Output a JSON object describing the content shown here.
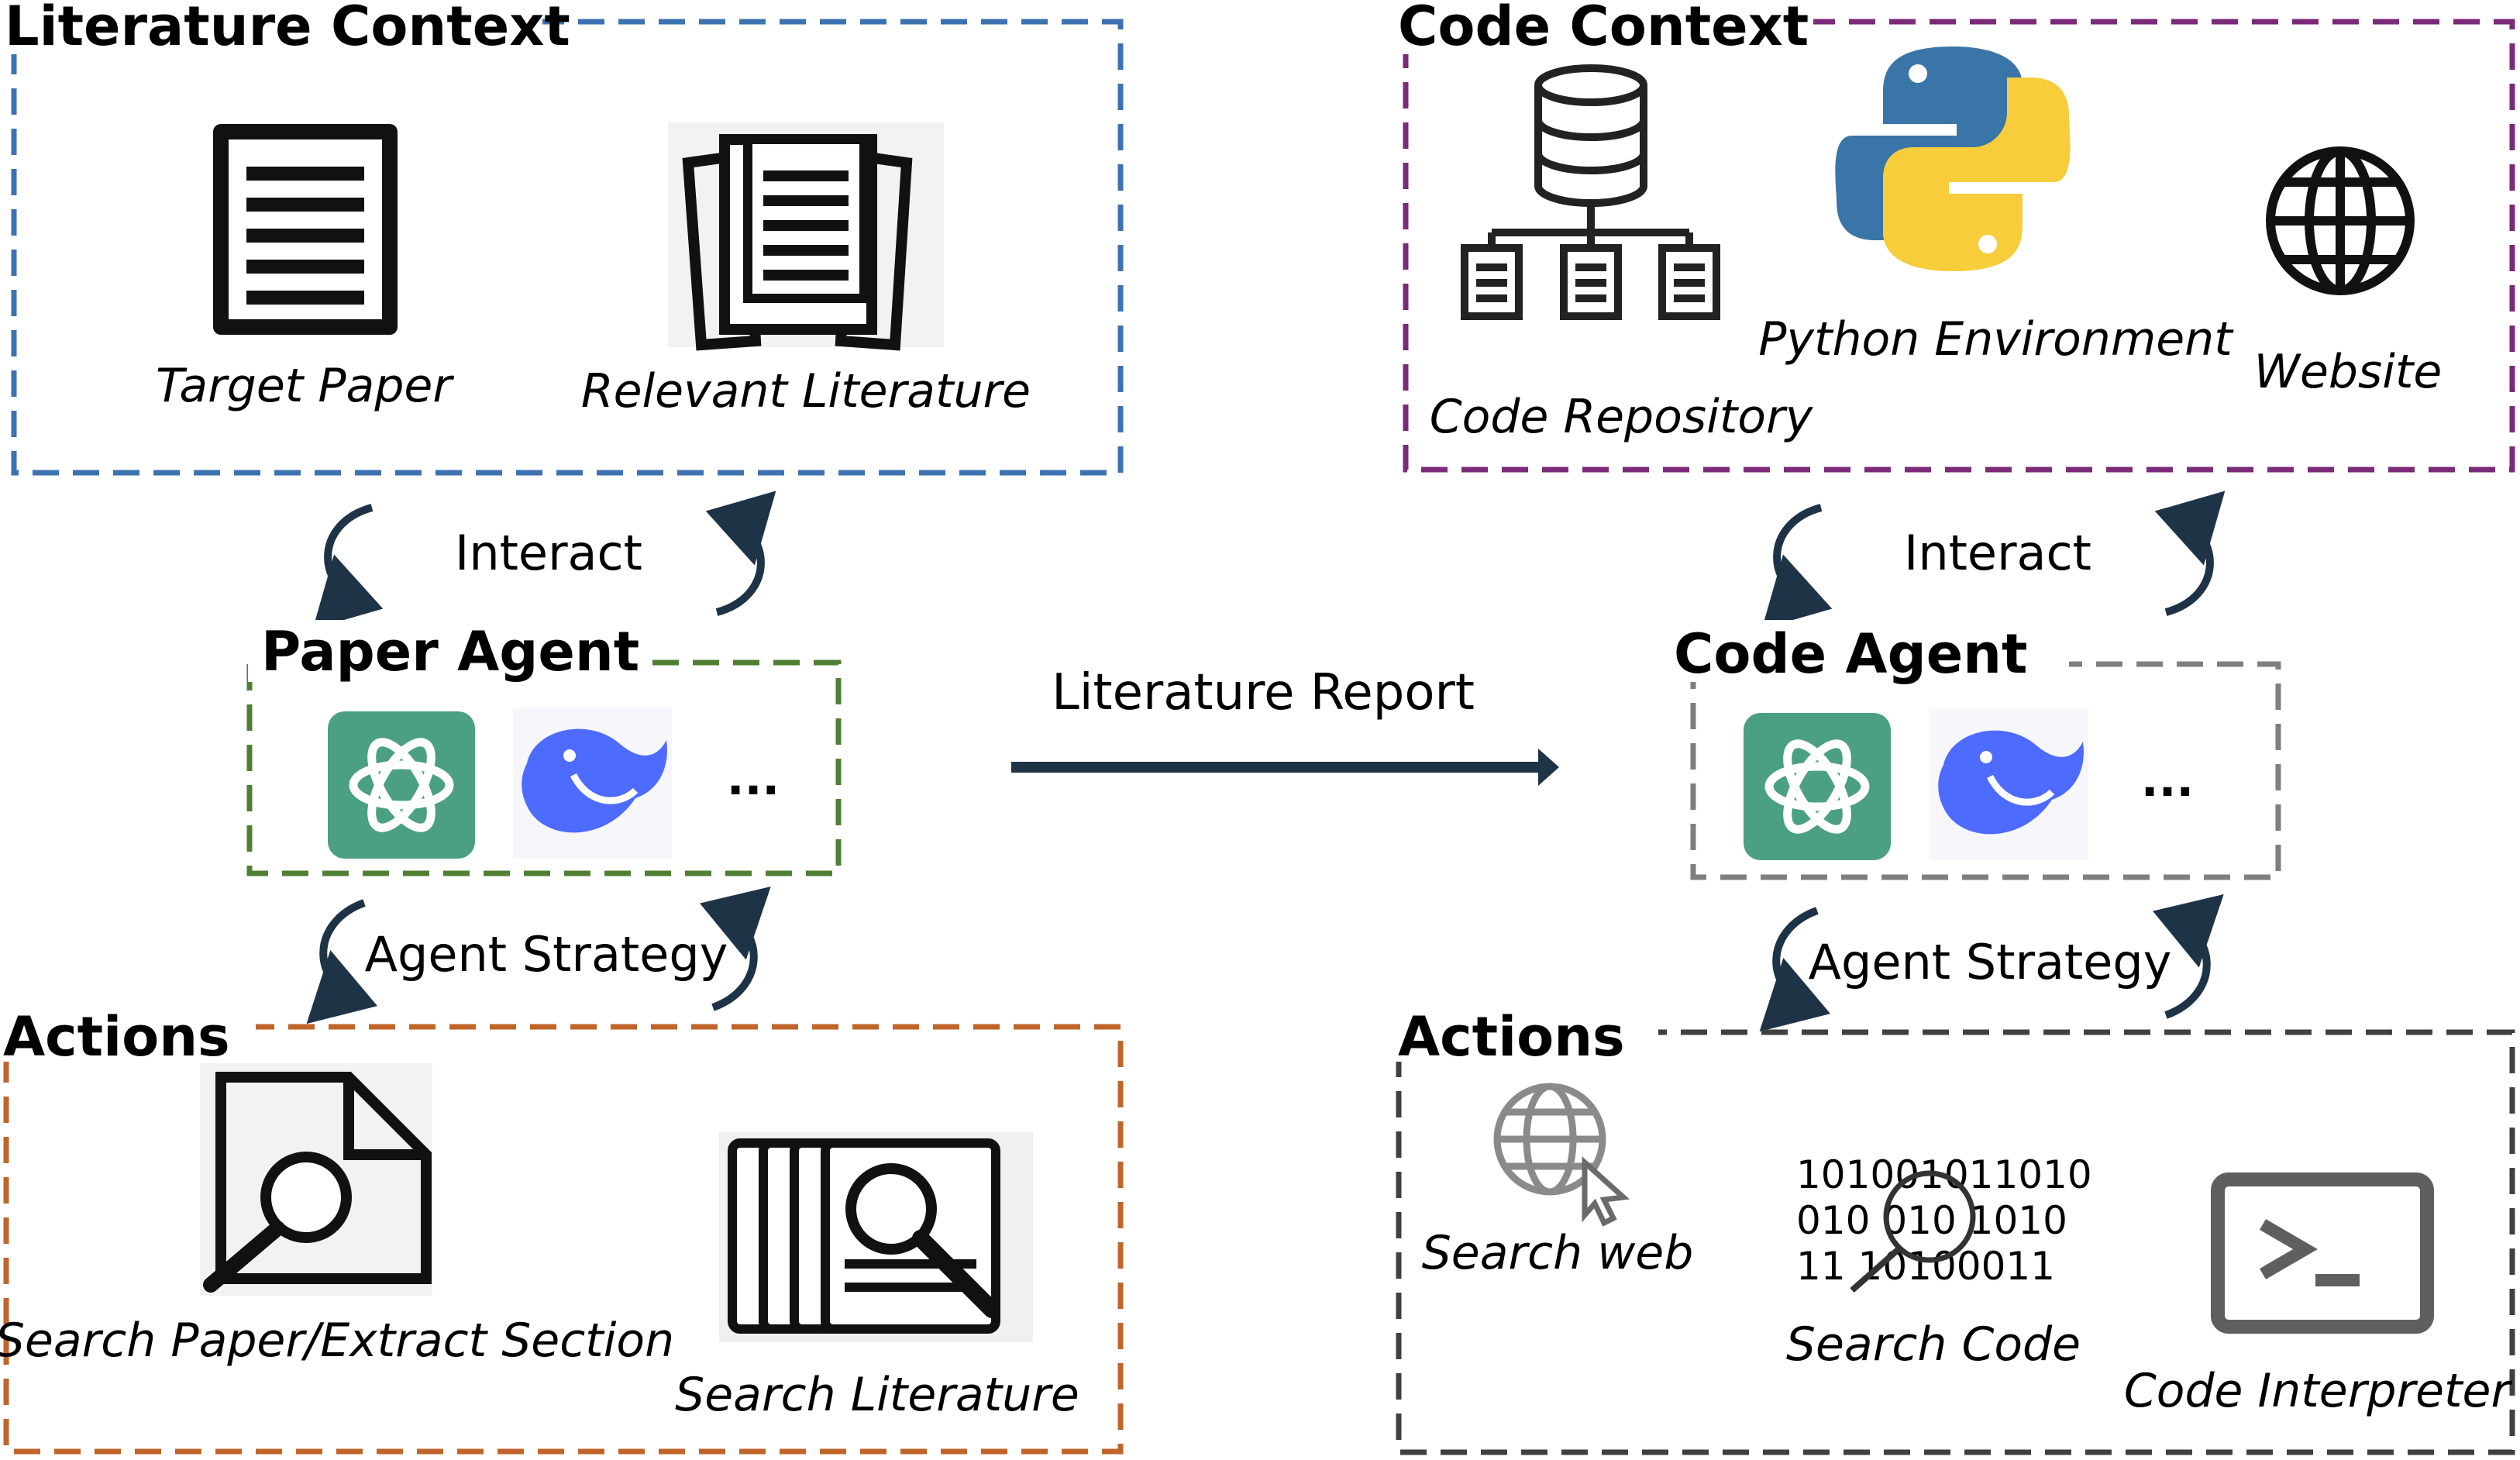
{
  "literature_context": {
    "title": "Literature Context",
    "items": [
      {
        "label": "Target Paper",
        "icon": "document-icon"
      },
      {
        "label": "Relevant Literature",
        "icon": "documents-stack-icon"
      }
    ]
  },
  "code_context": {
    "title": "Code Context",
    "items": [
      {
        "label": "Code Repository",
        "icon": "database-tree-icon"
      },
      {
        "label": "Python Environment",
        "icon": "python-logo-icon"
      },
      {
        "label": "Website",
        "icon": "globe-icon"
      }
    ]
  },
  "paper_agent": {
    "title": "Paper Agent",
    "interact_label": "Interact",
    "strategy_label": "Agent Strategy",
    "more": "..."
  },
  "code_agent": {
    "title": "Code Agent",
    "interact_label": "Interact",
    "strategy_label": "Agent Strategy",
    "more": "..."
  },
  "report_arrow": {
    "label": "Literature Report"
  },
  "paper_actions": {
    "title": "Actions",
    "items": [
      {
        "label": "Search Paper/Extract Section",
        "icon": "file-search-icon"
      },
      {
        "label": "Search Literature",
        "icon": "literature-search-icon"
      }
    ]
  },
  "code_actions": {
    "title": "Actions",
    "items": [
      {
        "label": "Search web",
        "icon": "web-search-icon"
      },
      {
        "label": "Search Code",
        "icon": "binary-search-icon",
        "binary_lines": [
          "101001011010",
          "010 010 1010",
          "11 10100011"
        ]
      },
      {
        "label": "Code Interpreter",
        "icon": "terminal-icon"
      }
    ]
  },
  "colors": {
    "literature_border": "#3d72b0",
    "code_border": "#7a2a78",
    "paper_agent_border": "#4f7f33",
    "code_agent_border": "#7f7f7f",
    "paper_actions_border": "#c0652a",
    "code_actions_border": "#404040",
    "arrow": "#1e3346",
    "openai_green": "#4aa080",
    "deepseek_blue": "#4d6bfe",
    "python_blue": "#3a75a8",
    "python_yellow": "#f7cd3b"
  }
}
